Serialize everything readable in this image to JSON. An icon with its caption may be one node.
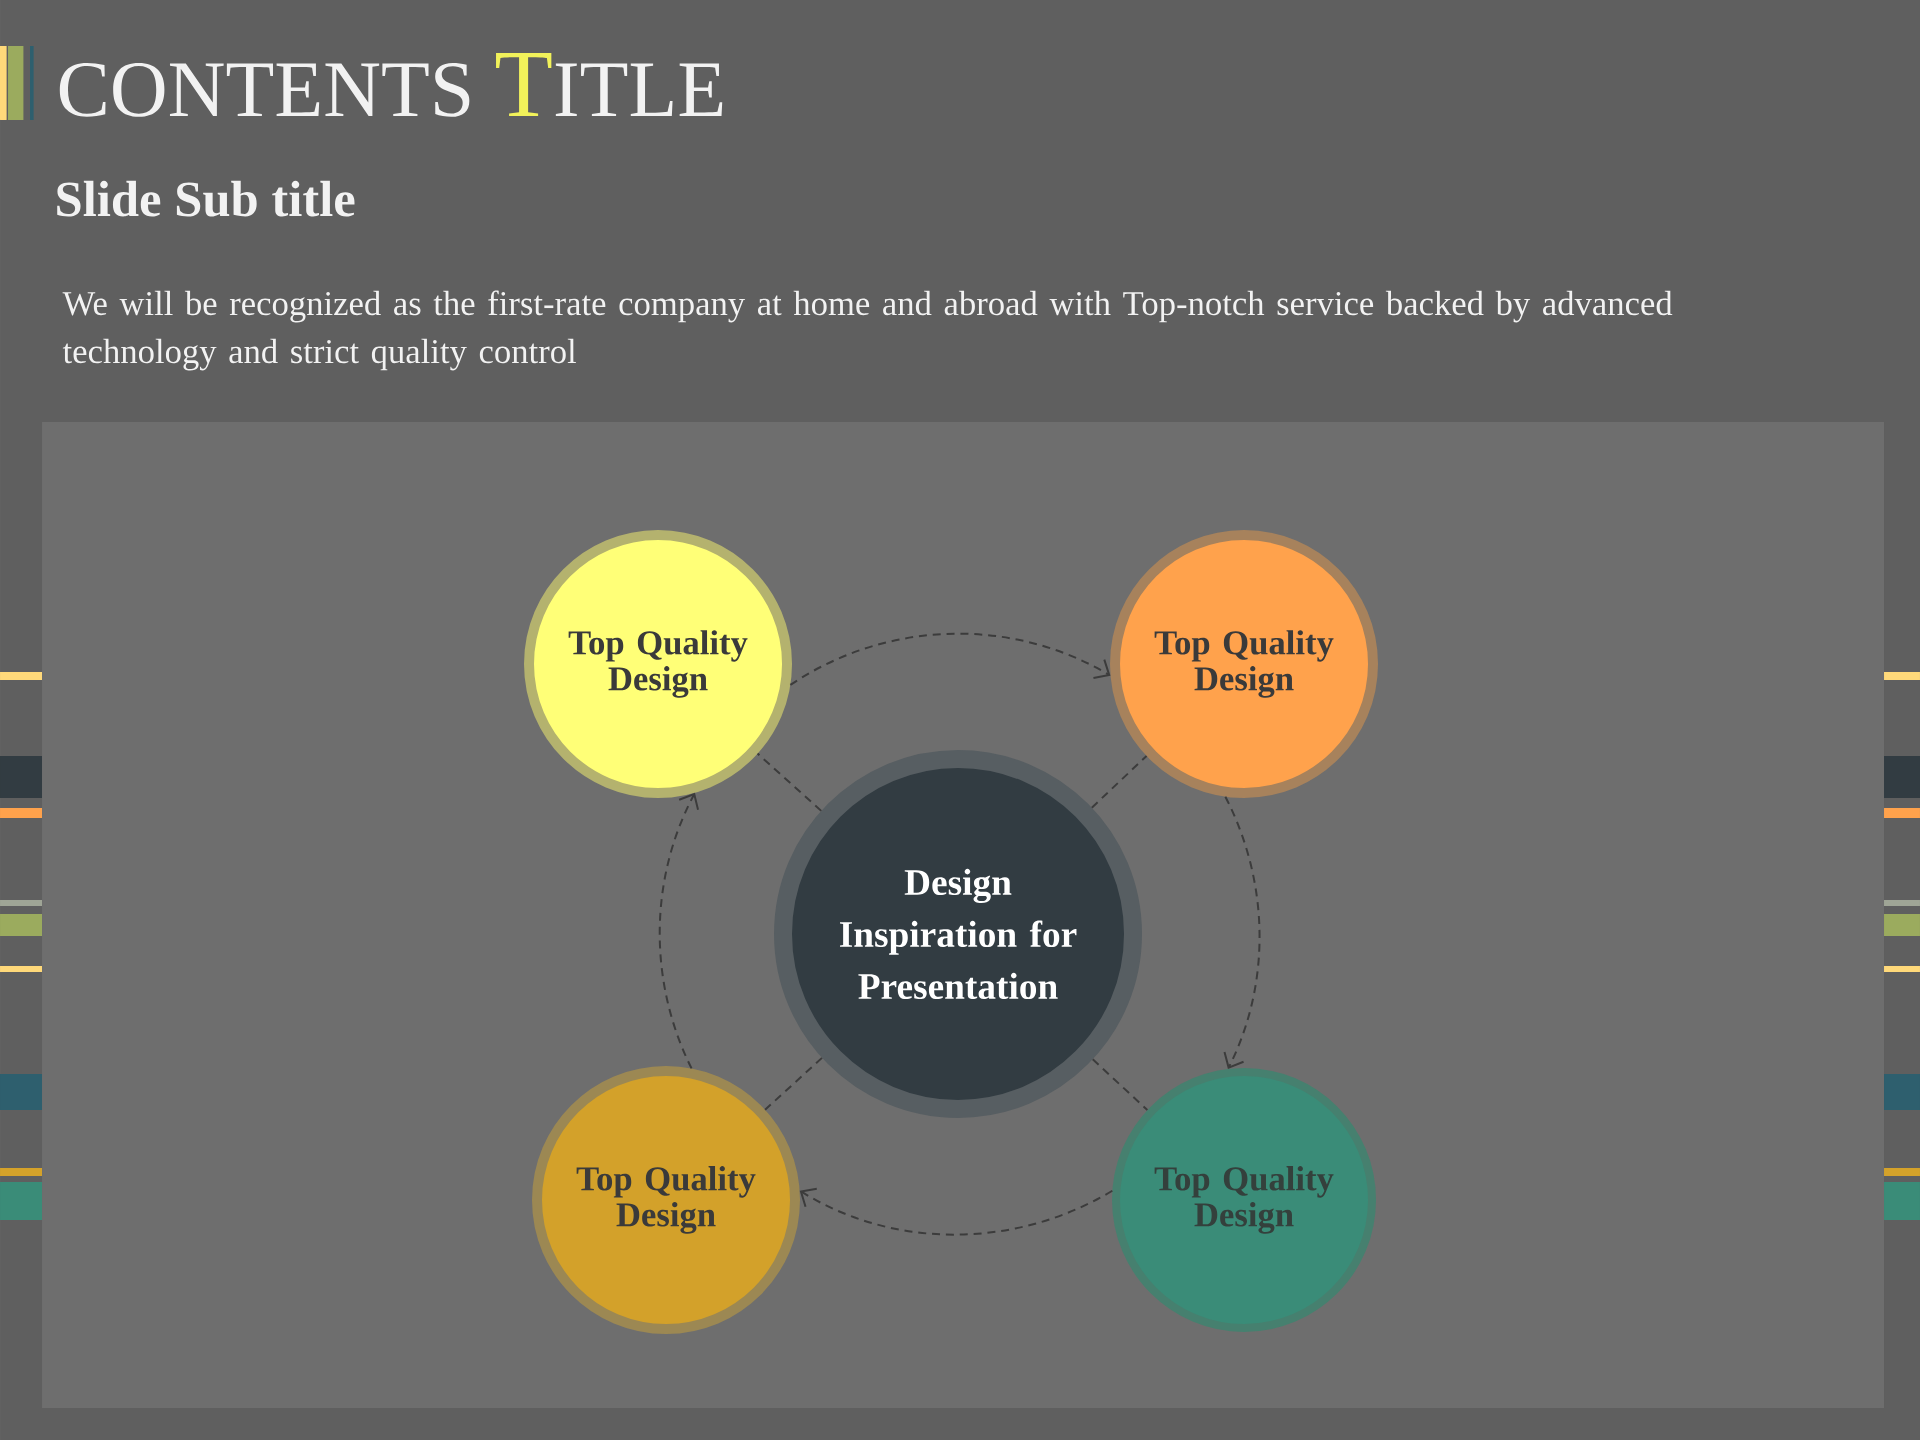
{
  "diagram": {
    "title": "CONTENTS TITLE",
    "nodes": [
      {
        "text": [
          "Design Inspiration for Presentation"
        ]
      },
      {
        "text": [
          "Top Quality Design"
        ]
      },
      {
        "text": [
          "Top Quality Design"
        ]
      },
      {
        "text": [
          "Top Quality Design"
        ]
      },
      {
        "text": [
          "Top Quality Design"
        ]
      }
    ],
    "edges": [
      {
        "from": 0,
        "to": 1,
        "arrow": "none",
        "style": "dashed"
      },
      {
        "from": 0,
        "to": 2,
        "arrow": "none",
        "style": "dashed"
      },
      {
        "from": 0,
        "to": 3,
        "arrow": "none",
        "style": "dashed"
      },
      {
        "from": 0,
        "to": 4,
        "arrow": "none",
        "style": "dashed"
      },
      {
        "from": 1,
        "to": 2,
        "arrow": "to",
        "style": "dashed"
      },
      {
        "from": 2,
        "to": 3,
        "arrow": "to",
        "style": "dashed"
      },
      {
        "from": 3,
        "to": 4,
        "arrow": "to",
        "style": "dashed"
      },
      {
        "from": 4,
        "to": 1,
        "arrow": "to",
        "style": "dashed"
      }
    ],
    "labels": [
      "Slide Sub title",
      "We will be recognized as the first-rate company at home and abroad with Top-notch service backed by advanced technology and strict quality control"
    ]
  }
}
